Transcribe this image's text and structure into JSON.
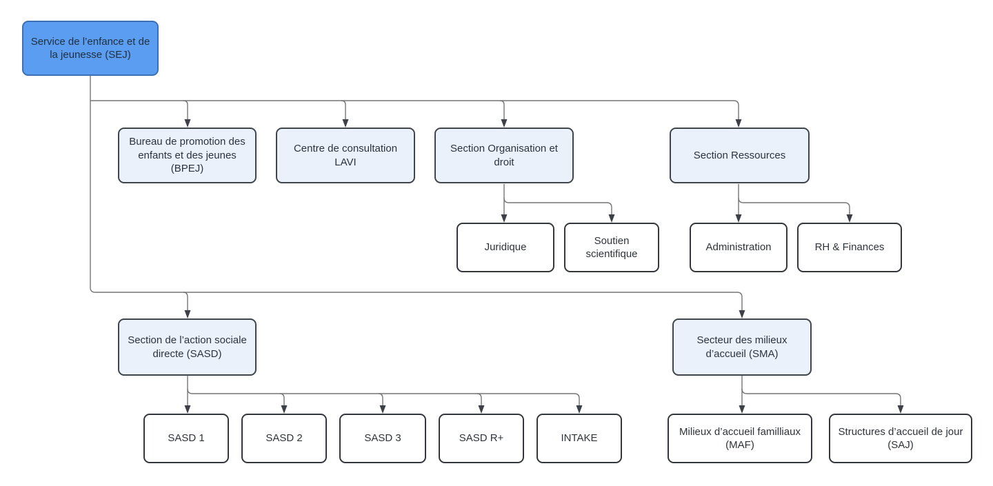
{
  "diagram": {
    "type": "org-chart",
    "nodes": {
      "sej": {
        "label": "Service de l’enfance et de la jeunesse (SEJ)",
        "style": "primary"
      },
      "bpej": {
        "label": "Bureau de promotion des enfants et des jeunes (BPEJ)",
        "style": "secondary"
      },
      "lavi": {
        "label": "Centre de consultation LAVI",
        "style": "secondary"
      },
      "orgdroit": {
        "label": "Section Organisation et droit",
        "style": "secondary"
      },
      "ressources": {
        "label": "Section Ressources",
        "style": "secondary"
      },
      "juridique": {
        "label": "Juridique",
        "style": "leaf"
      },
      "soutien": {
        "label": "Soutien scientifique",
        "style": "leaf"
      },
      "administration": {
        "label": "Administration",
        "style": "leaf"
      },
      "rhfinances": {
        "label": "RH & Finances",
        "style": "leaf"
      },
      "sasd": {
        "label": "Section de l’action sociale directe (SASD)",
        "style": "secondary"
      },
      "sma": {
        "label": "Secteur des milieux d’accueil (SMA)",
        "style": "secondary"
      },
      "sasd1": {
        "label": "SASD 1",
        "style": "leaf"
      },
      "sasd2": {
        "label": "SASD 2",
        "style": "leaf"
      },
      "sasd3": {
        "label": "SASD 3",
        "style": "leaf"
      },
      "sasdrplus": {
        "label": "SASD R+",
        "style": "leaf"
      },
      "intake": {
        "label": "INTAKE",
        "style": "leaf"
      },
      "maf": {
        "label": "Milieux d’accueil familliaux (MAF)",
        "style": "leaf"
      },
      "saj": {
        "label": "Structures d’accueil de jour (SAJ)",
        "style": "leaf"
      }
    },
    "edges": [
      [
        "sej",
        "bpej"
      ],
      [
        "sej",
        "lavi"
      ],
      [
        "sej",
        "orgdroit"
      ],
      [
        "sej",
        "ressources"
      ],
      [
        "sej",
        "sasd"
      ],
      [
        "sej",
        "sma"
      ],
      [
        "orgdroit",
        "juridique"
      ],
      [
        "orgdroit",
        "soutien"
      ],
      [
        "ressources",
        "administration"
      ],
      [
        "ressources",
        "rhfinances"
      ],
      [
        "sasd",
        "sasd1"
      ],
      [
        "sasd",
        "sasd2"
      ],
      [
        "sasd",
        "sasd3"
      ],
      [
        "sasd",
        "sasdrplus"
      ],
      [
        "sasd",
        "intake"
      ],
      [
        "sma",
        "maf"
      ],
      [
        "sma",
        "saj"
      ]
    ],
    "colors": {
      "primary_fill": "#5b9df0",
      "primary_border": "#3e6fb4",
      "secondary_fill": "#eaf1fb",
      "secondary_border": "#40454b",
      "leaf_fill": "#ffffff",
      "leaf_border": "#33373c",
      "connector": "#757575",
      "arrow": "#3d4147",
      "text": "#2e333a",
      "background": "#ffffff"
    }
  }
}
